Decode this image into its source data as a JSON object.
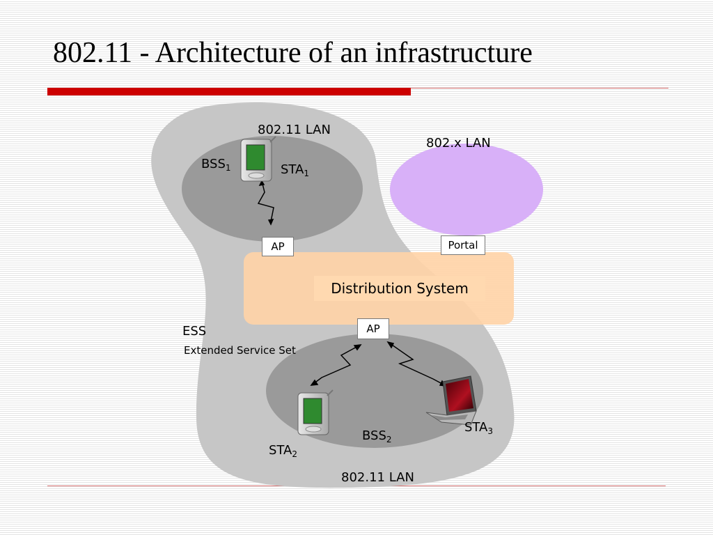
{
  "slide": {
    "title": "802.11 - Architecture of an infrastructure"
  },
  "diagram": {
    "lan_top_label": "802.11 LAN",
    "lan_bottom_label": "802.11 LAN",
    "xlan_label": "802.x LAN",
    "bss1": {
      "label": "BSS",
      "sub": "1"
    },
    "bss2": {
      "label": "BSS",
      "sub": "2"
    },
    "sta1": {
      "label": "STA",
      "sub": "1"
    },
    "sta2": {
      "label": "STA",
      "sub": "2"
    },
    "sta3": {
      "label": "STA",
      "sub": "3"
    },
    "ap_top": "AP",
    "ap_bottom": "AP",
    "portal": "Portal",
    "distribution_system": "Distribution System",
    "ess_label": "ESS",
    "ess_full": "Extended Service Set"
  },
  "colors": {
    "background": "#ffffff",
    "title_rule": "#cc0000",
    "ess_region": "#c6c6c6",
    "bss_region": "#9a9a9a",
    "xlan": "#d8b0f8",
    "distribution_system": "#ffd3a6"
  },
  "icons": [
    "pda-icon",
    "laptop-icon",
    "lightning-link-icon"
  ]
}
